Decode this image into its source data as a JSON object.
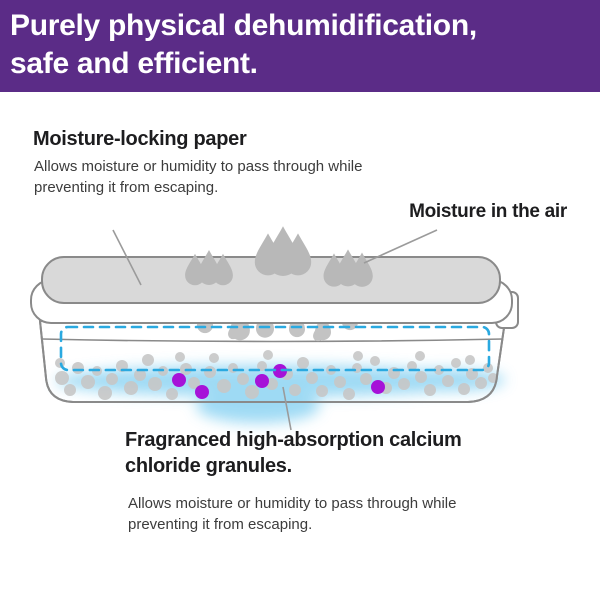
{
  "banner": {
    "line1": "Purely physical dehumidification,",
    "line2": "safe and efficient.",
    "bg": "#5b2c87",
    "fg": "#ffffff"
  },
  "sections": {
    "top_label": {
      "heading": "Moisture-locking paper",
      "body_line1": "Allows moisture or humidity to pass through while",
      "body_line2": "preventing it from escaping."
    },
    "right_label": {
      "heading": "Moisture in the air"
    },
    "bottom_label": {
      "heading_line1": "Fragranced high-absorption calcium",
      "heading_line2": "chloride granules.",
      "body_line1": "Allows moisture or humidity to pass through while",
      "body_line2": "preventing it from escaping."
    }
  },
  "diagram": {
    "colors": {
      "outline": "#8a8a8a",
      "lid_fill": "#d9d9d9",
      "drop_fill": "#b8b8b8",
      "falling_drop_fill": "#c3c3c3",
      "granule_fill": "#c7c7c7",
      "active_granule_fill": "#a612d8",
      "dash_stroke": "#2aa9e0",
      "glow_fill": "#8ed4f3",
      "pointer_stroke": "#9b9b9b"
    },
    "lid_drops": [
      [
        195,
        279,
        0.9
      ],
      [
        209,
        278,
        1.0
      ],
      [
        223,
        279,
        0.9
      ],
      [
        268,
        267,
        1.2
      ],
      [
        283,
        266,
        1.42
      ],
      [
        298,
        267,
        1.2
      ],
      [
        334,
        280,
        0.95
      ],
      [
        348,
        279,
        1.06
      ],
      [
        362,
        280,
        0.98
      ]
    ],
    "falling_drops": [
      [
        205,
        328,
        0.73
      ],
      [
        233,
        336,
        0.45
      ],
      [
        240,
        334,
        0.9
      ],
      [
        265,
        332,
        0.82
      ],
      [
        297,
        332,
        0.73
      ],
      [
        318,
        338,
        0.45
      ],
      [
        323,
        335,
        0.73
      ],
      [
        350,
        325,
        0.73
      ]
    ],
    "granules": [
      [
        62,
        378,
        7
      ],
      [
        70,
        390,
        6
      ],
      [
        78,
        368,
        6
      ],
      [
        88,
        382,
        7
      ],
      [
        97,
        371,
        5
      ],
      [
        105,
        393,
        7
      ],
      [
        112,
        379,
        6
      ],
      [
        122,
        366,
        6
      ],
      [
        131,
        388,
        7
      ],
      [
        140,
        375,
        6
      ],
      [
        148,
        360,
        6
      ],
      [
        155,
        384,
        7
      ],
      [
        163,
        371,
        5
      ],
      [
        172,
        394,
        6
      ],
      [
        186,
        369,
        6
      ],
      [
        194,
        383,
        6
      ],
      [
        210,
        372,
        6
      ],
      [
        214,
        358,
        5
      ],
      [
        224,
        386,
        7
      ],
      [
        233,
        368,
        5
      ],
      [
        243,
        379,
        6
      ],
      [
        252,
        392,
        7
      ],
      [
        262,
        366,
        5
      ],
      [
        272,
        384,
        6
      ],
      [
        287,
        374,
        6
      ],
      [
        295,
        390,
        6
      ],
      [
        303,
        363,
        6
      ],
      [
        312,
        378,
        6
      ],
      [
        322,
        391,
        6
      ],
      [
        331,
        370,
        5
      ],
      [
        340,
        382,
        6
      ],
      [
        349,
        394,
        6
      ],
      [
        357,
        368,
        5
      ],
      [
        366,
        379,
        6
      ],
      [
        375,
        361,
        5
      ],
      [
        386,
        388,
        6
      ],
      [
        394,
        373,
        6
      ],
      [
        404,
        384,
        6
      ],
      [
        412,
        366,
        5
      ],
      [
        421,
        377,
        6
      ],
      [
        430,
        390,
        6
      ],
      [
        439,
        370,
        5
      ],
      [
        448,
        381,
        6
      ],
      [
        456,
        363,
        5
      ],
      [
        464,
        389,
        6
      ],
      [
        472,
        374,
        6
      ],
      [
        481,
        383,
        6
      ],
      [
        488,
        368,
        5
      ],
      [
        493,
        378,
        5
      ],
      [
        180,
        357,
        5
      ],
      [
        268,
        355,
        5
      ],
      [
        358,
        356,
        5
      ],
      [
        420,
        356,
        5
      ],
      [
        60,
        363,
        5
      ],
      [
        470,
        360,
        5
      ]
    ],
    "active_granules": [
      [
        179,
        380,
        7
      ],
      [
        202,
        392,
        7
      ],
      [
        262,
        381,
        7
      ],
      [
        280,
        371,
        7
      ],
      [
        378,
        387,
        7
      ]
    ],
    "pointer_lines": [
      [
        113,
        230,
        141,
        285
      ],
      [
        437,
        230,
        364,
        263
      ],
      [
        283,
        387,
        291,
        430
      ]
    ]
  }
}
